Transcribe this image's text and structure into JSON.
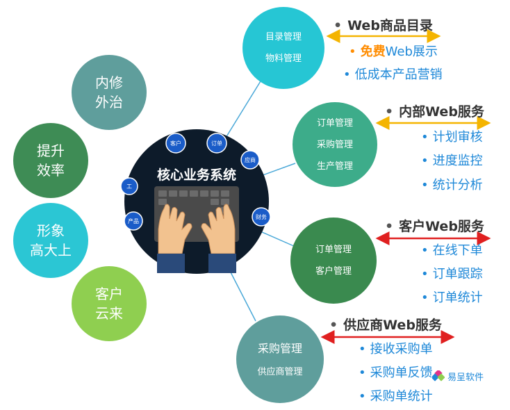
{
  "benefits": [
    {
      "line1": "内修",
      "line2": "外治",
      "color": "#5f9e9c"
    },
    {
      "line1": "提升",
      "line2": "效率",
      "color": "#3e8c55"
    },
    {
      "line1": "形象",
      "line2": "高大上",
      "color": "#2bc6d4"
    },
    {
      "line1": "客户",
      "line2": "云来",
      "color": "#8fcf50"
    }
  ],
  "center": {
    "title": "核心业务系统",
    "orbit": [
      "客户",
      "订单",
      "应商",
      "财务",
      "产品",
      "工"
    ]
  },
  "nodes": [
    {
      "lines": [
        "目录管理",
        "物料管理"
      ],
      "color": "#26c6d4"
    },
    {
      "lines": [
        "订单管理",
        "采购管理",
        "生产管理"
      ],
      "color": "#3dac8a"
    },
    {
      "lines": [
        "订单管理",
        "客户管理"
      ],
      "color": "#3a8a4f"
    },
    {
      "lines": [
        "采购管理",
        "供应商管理"
      ],
      "color": "#5f9e9c"
    }
  ],
  "services": [
    {
      "heading": "Web商品目录",
      "arrow_color": "#f4b400",
      "items": [
        {
          "highlight": "免费",
          "rest": "Web展示"
        },
        {
          "highlight": "",
          "rest": "低成本产品营销"
        }
      ]
    },
    {
      "heading": "内部Web服务",
      "arrow_color": "#f4b400",
      "items": [
        {
          "rest": "计划审核"
        },
        {
          "rest": "进度监控"
        },
        {
          "rest": "统计分析"
        }
      ]
    },
    {
      "heading": "客户Web服务",
      "arrow_color": "#e02020",
      "items": [
        {
          "rest": "在线下单"
        },
        {
          "rest": "订单跟踪"
        },
        {
          "rest": "订单统计"
        }
      ]
    },
    {
      "heading": "供应商Web服务",
      "arrow_color": "#e02020",
      "items": [
        {
          "rest": "接收采购单"
        },
        {
          "rest": "采购单反馈"
        },
        {
          "rest": "采购单统计"
        }
      ]
    }
  ],
  "logo": {
    "text": "易呈软件",
    "icon": "diamond-logo-icon"
  }
}
